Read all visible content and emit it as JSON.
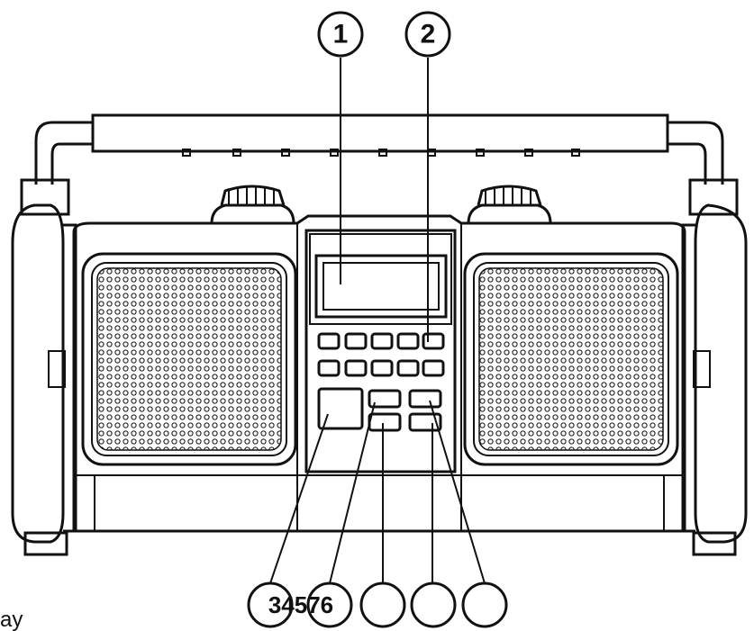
{
  "callouts": {
    "top": [
      {
        "number": "1"
      },
      {
        "number": "2"
      }
    ],
    "bottom": [
      {
        "number": "34576"
      },
      {
        "number": ""
      },
      {
        "number": ""
      },
      {
        "number": ""
      }
    ]
  },
  "corner_text": "ay",
  "colors": {
    "line": "#111111",
    "background": "#ffffff"
  }
}
